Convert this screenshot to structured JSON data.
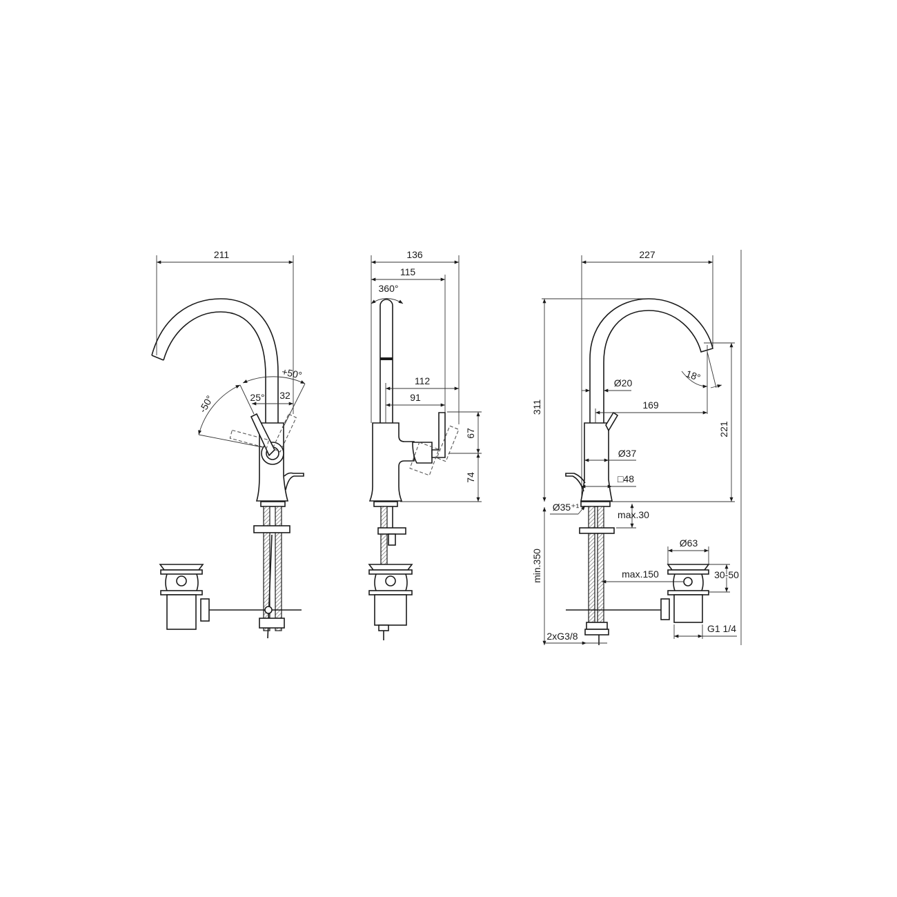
{
  "drawing": {
    "front_view": {
      "width_total": "211",
      "lever_angle_left": "-50°",
      "lever_angle_right": "+50°",
      "lever_tilt": "25°",
      "lever_offset": "32"
    },
    "side_view": {
      "depth_total": "136",
      "depth_body": "115",
      "rotation": "360°",
      "handle_reach_outer": "112",
      "handle_reach_inner": "91",
      "handle_height_upper": "67",
      "handle_height_lower": "74"
    },
    "profile_view": {
      "width_total": "227",
      "height_total": "311",
      "spout_height": "221",
      "spout_angle": "18°",
      "pipe_diameter": "Ø20",
      "spout_reach": "169",
      "body_diameter": "Ø37",
      "base_square": "□48",
      "hole_diameter": "Ø35⁺¹",
      "max_deck_thickness": "max.30",
      "min_hose_length": "min.350",
      "max_rod_distance": "max.150",
      "drain_diameter": "Ø63",
      "drain_range": "30-50",
      "hose_thread": "2xG3/8",
      "drain_thread": "G1 1/4"
    }
  }
}
